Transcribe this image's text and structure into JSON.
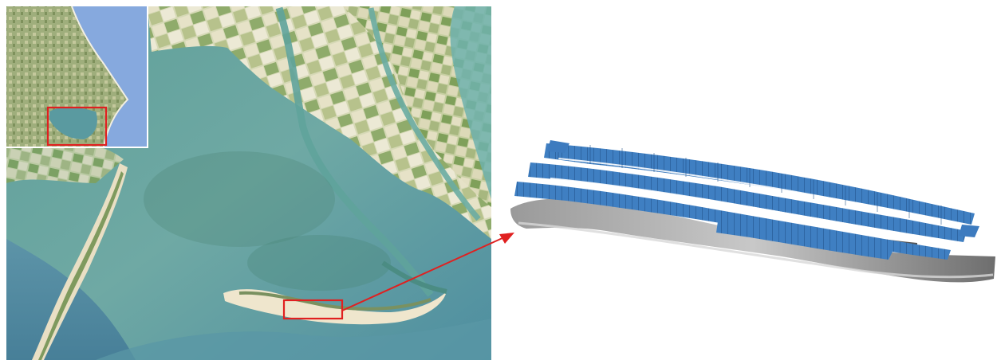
{
  "figure": {
    "panels": [
      {
        "id": "satellite-map",
        "kind": "aerial satellite view of a coastal lagoon and sand spit"
      },
      {
        "id": "locator-inset",
        "kind": "wide-area satellite inset with highlighted region"
      },
      {
        "id": "point-cloud",
        "kind": "3D reconstruction of the spit with camera positions"
      }
    ],
    "colors": {
      "highlight_box": "#e02020",
      "arrow": "#e02020",
      "camera_frustum": "#3d7bbf",
      "sea": "#6fa6a6",
      "farmland": "#cfd5b2",
      "sand": "#ece2c8"
    }
  }
}
